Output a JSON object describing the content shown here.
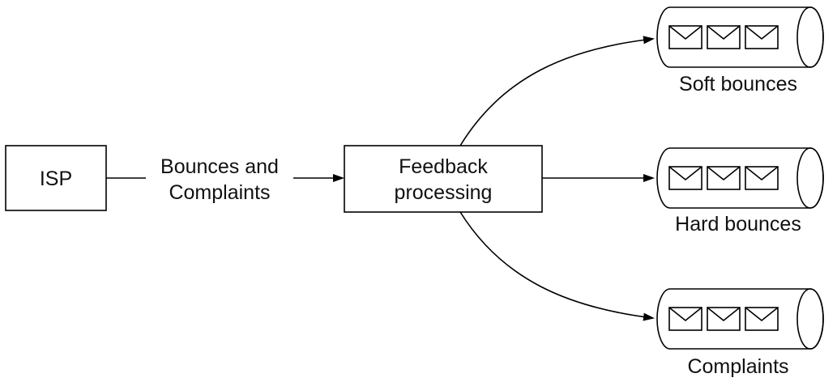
{
  "nodes": {
    "isp": {
      "label": "ISP"
    },
    "edge_label": {
      "line1": "Bounces and",
      "line2": "Complaints"
    },
    "feedback": {
      "line1": "Feedback",
      "line2": "processing"
    }
  },
  "queues": [
    {
      "label": "Soft bounces",
      "messages": 3
    },
    {
      "label": "Hard bounces",
      "messages": 3
    },
    {
      "label": "Complaints",
      "messages": 3
    }
  ],
  "colors": {
    "stroke": "#000000",
    "text": "#111111",
    "background": "#ffffff"
  }
}
